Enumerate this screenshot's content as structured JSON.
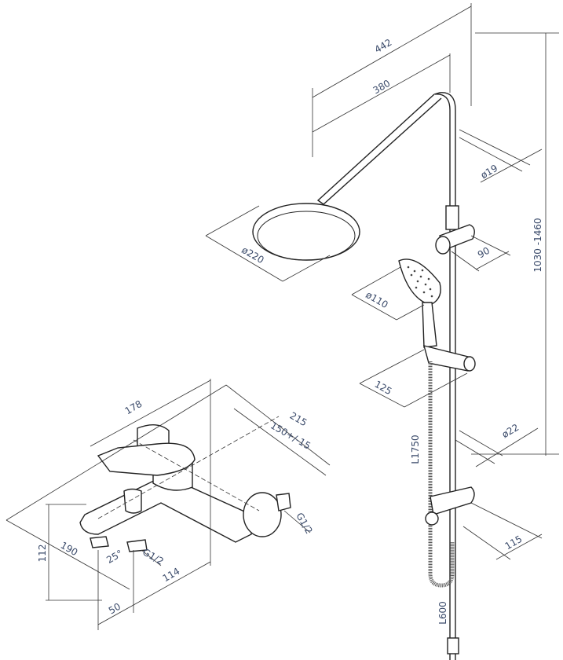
{
  "title": "Shower system and bath mixer dimension drawing",
  "shower": {
    "width_total": "442",
    "arm_length": "380",
    "pipe_upper_diameter": "ø19",
    "height_range": "1030 -1460",
    "head_diameter": "ø220",
    "holder_offset": "90",
    "hand_shower_diameter": "ø110",
    "slider_length": "125",
    "pipe_lower_diameter": "ø22",
    "hose_length": "L1750",
    "bracket_offset": "115",
    "lower_hose_length": "L600"
  },
  "mixer": {
    "depth": "178",
    "width_total": "215",
    "center_distance": "150+/-15",
    "thread_outlet": "G1/2",
    "spout_length": "190",
    "height": "112",
    "angle": "25°",
    "thread_bottom": "G1/2",
    "outlet_offset": "114",
    "spout_offset": "50"
  }
}
